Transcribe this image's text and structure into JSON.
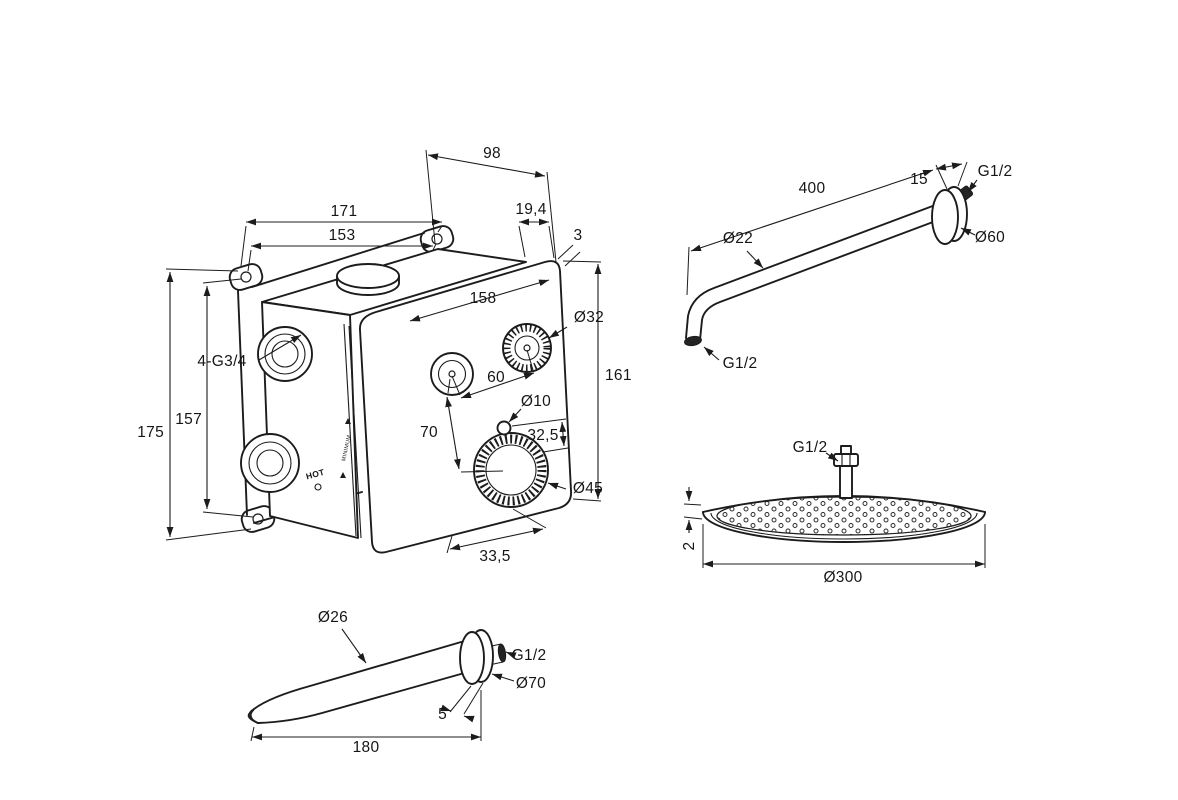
{
  "colors": {
    "background": "#ffffff",
    "line": "#1c1c1c"
  },
  "valve_box": {
    "labels": {
      "depth": "98",
      "bracket_width": "171",
      "hole_spacing_h": "153",
      "plate_offset": "19,4",
      "plate_thickness": "3",
      "plate_width": "158",
      "handle_small_dia": "Ø32",
      "inlet_threads": "4-G3/4",
      "handle_spacing": "60",
      "stem_dia": "Ø10",
      "handle_vertical": "70",
      "stem_offset": "32,5",
      "plate_height": "161",
      "handle_large_dia": "Ø45",
      "bracket_height": "175",
      "hole_spacing_v": "157",
      "bottom_offset": "33,5",
      "hot": "HOT",
      "minimum": "MINIMUM"
    }
  },
  "shower_arm": {
    "labels": {
      "length": "400",
      "flange_depth": "15",
      "wall_thread": "G1/2",
      "tube_dia": "Ø22",
      "flange_dia": "Ø60",
      "outlet_thread": "G1/2"
    }
  },
  "shower_head": {
    "labels": {
      "inlet_thread": "G1/2",
      "thickness": "2",
      "diameter": "Ø300"
    }
  },
  "spout": {
    "labels": {
      "tube_dia": "Ø26",
      "wall_thread": "G1/2",
      "flange_dia": "Ø70",
      "flange_depth": "5",
      "length": "180"
    }
  }
}
